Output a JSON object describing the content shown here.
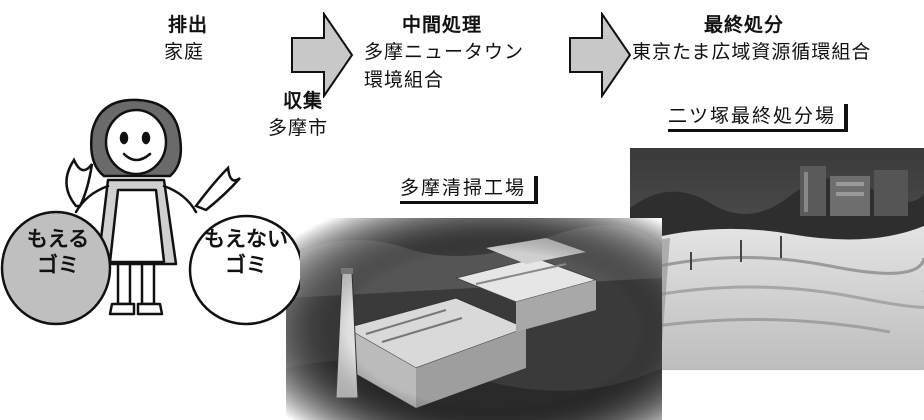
{
  "stages": {
    "discharge": {
      "title": "排出",
      "lines": [
        "家庭"
      ]
    },
    "collection": {
      "title": "収集",
      "lines": [
        "多摩市"
      ]
    },
    "intermediate": {
      "title": "中間処理",
      "lines": [
        "多摩ニュータウン",
        "環境組合"
      ]
    },
    "final": {
      "title": "最終処分",
      "lines": [
        "東京たま広域資源循環組合"
      ]
    }
  },
  "captions": {
    "plant": "多摩清掃工場",
    "landfill": "二ツ塚最終処分場"
  },
  "illustration": {
    "left_bag_line1": "もえる",
    "left_bag_line2": "ゴミ",
    "right_bag_line1": "もえない",
    "right_bag_line2": "ゴミ"
  },
  "colors": {
    "ink": "#111111",
    "arrow_fill": "#c8c8c8",
    "paper": "#ffffff"
  }
}
